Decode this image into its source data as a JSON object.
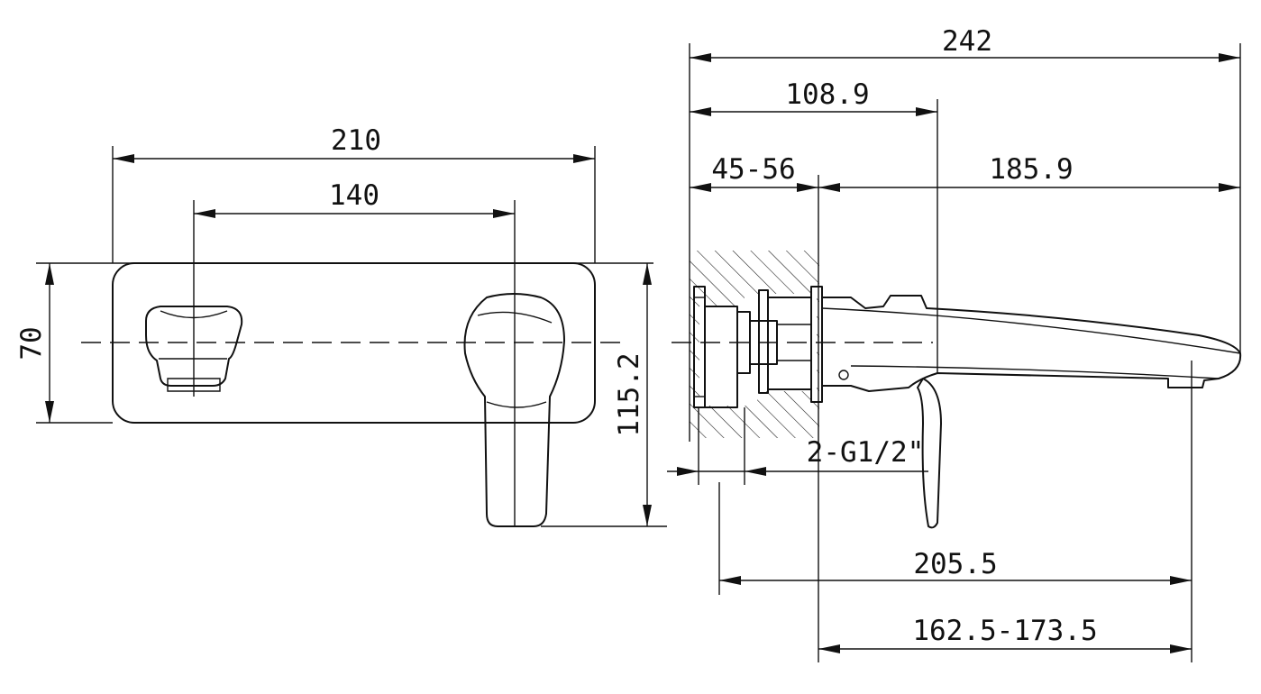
{
  "dimensions": {
    "front_total_width": "210",
    "front_handle_spacing": "140",
    "front_plate_height": "70",
    "front_handle_drop": "115.2",
    "side_total_length": "242",
    "side_body_length": "108.9",
    "side_wall_depth": "45-56",
    "side_spout_projection": "185.9",
    "side_connection": "2-G1/2\"",
    "side_spout_reach": "205.5",
    "side_adjust_range": "162.5-173.5"
  }
}
